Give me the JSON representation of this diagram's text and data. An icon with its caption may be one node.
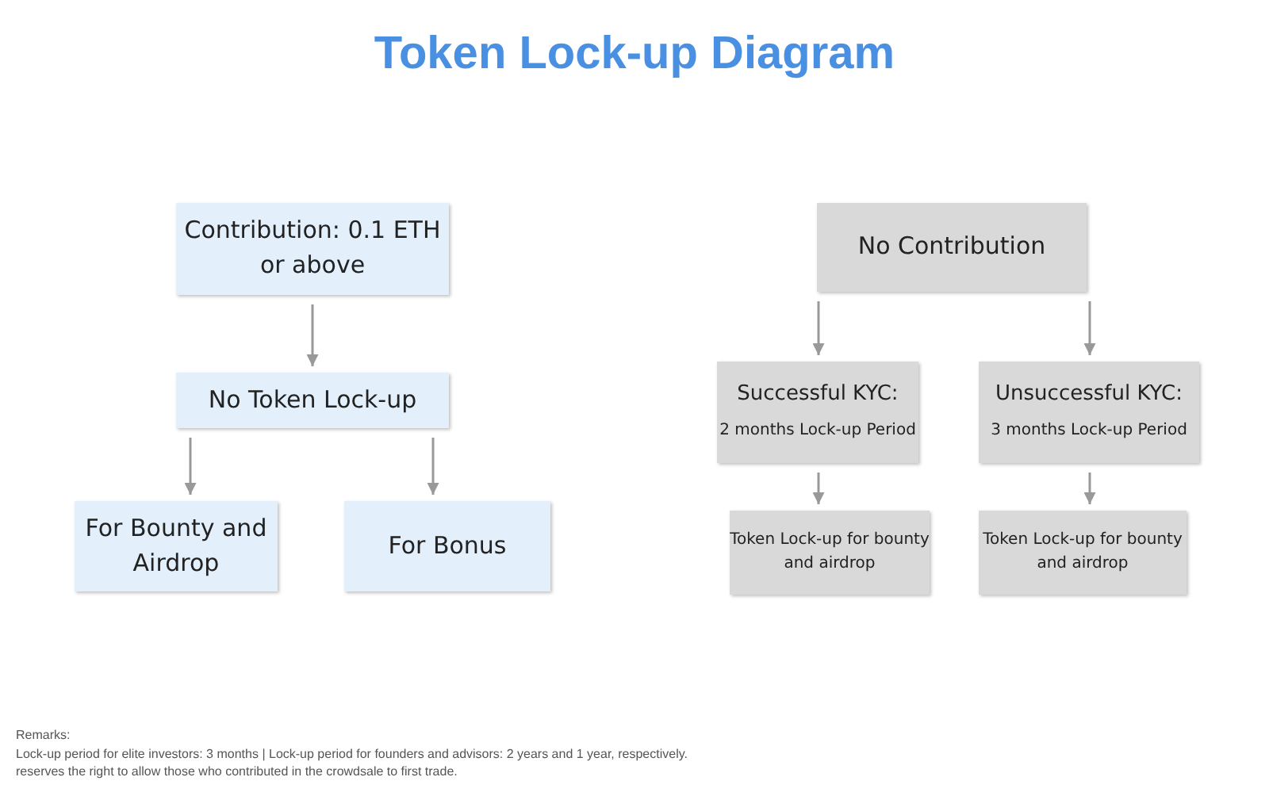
{
  "diagram": {
    "title": "Token Lock-up Diagram",
    "nodes": [
      {
        "text": [
          "Contribution: 0.1 ETH or above"
        ]
      },
      {
        "text": [
          "No Token Lock-up"
        ]
      },
      {
        "text": [
          "For Bounty and Airdrop"
        ]
      },
      {
        "text": [
          "For Bonus"
        ]
      },
      {
        "text": [
          "No Contribution"
        ]
      },
      {
        "text": [
          "Successful KYC:",
          "2 months Lock-up Period"
        ]
      },
      {
        "text": [
          "Unsuccessful KYC:",
          "3 months Lock-up Period"
        ]
      },
      {
        "text": [
          "Token Lock-up for bounty and airdrop"
        ]
      },
      {
        "text": [
          "Token Lock-up for bounty and airdrop"
        ]
      }
    ],
    "edges": [
      {
        "from": 0,
        "to": 1,
        "arrow": "to"
      },
      {
        "from": 1,
        "to": 2,
        "arrow": "to"
      },
      {
        "from": 1,
        "to": 3,
        "arrow": "to"
      },
      {
        "from": 4,
        "to": 5,
        "arrow": "to"
      },
      {
        "from": 4,
        "to": 6,
        "arrow": "to"
      },
      {
        "from": 5,
        "to": 7,
        "arrow": "to"
      },
      {
        "from": 6,
        "to": 8,
        "arrow": "to"
      }
    ],
    "labels": [
      "Remarks:",
      "Lock-up period for elite investors: 3 months | Lock-up period for founders and advisors: 2 years and 1 year, respectively.",
      "reserves the right to allow those who contributed in the crowdsale to first trade."
    ]
  }
}
